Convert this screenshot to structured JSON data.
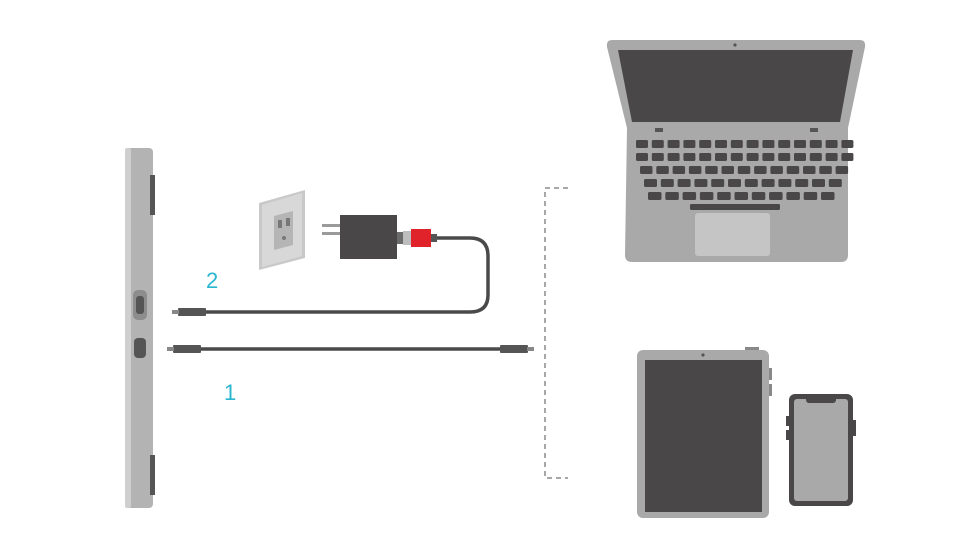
{
  "diagram": {
    "steps": [
      {
        "number": "1",
        "description": ""
      },
      {
        "number": "2",
        "description": ""
      }
    ],
    "colors": {
      "step_label": "#29b6d1",
      "device_body": "#a9a9a9",
      "screen_dark": "#4a4748",
      "cable": "#4a4a4a",
      "usb_connector_red": "#e0222b",
      "adapter": "#4a4748",
      "outlet_plate": "#c9c9c9"
    },
    "components": [
      {
        "name": "pen-display",
        "icon": "display-side-view-icon"
      },
      {
        "name": "wall-outlet",
        "icon": "outlet-icon"
      },
      {
        "name": "power-adapter",
        "icon": "power-adapter-icon"
      },
      {
        "name": "cable-2",
        "connects": [
          "power-adapter",
          "pen-display"
        ]
      },
      {
        "name": "cable-1",
        "connects": [
          "pen-display",
          "host-device"
        ]
      },
      {
        "name": "laptop",
        "icon": "laptop-icon"
      },
      {
        "name": "tablet",
        "icon": "tablet-icon"
      },
      {
        "name": "phone",
        "icon": "smartphone-icon"
      }
    ]
  }
}
